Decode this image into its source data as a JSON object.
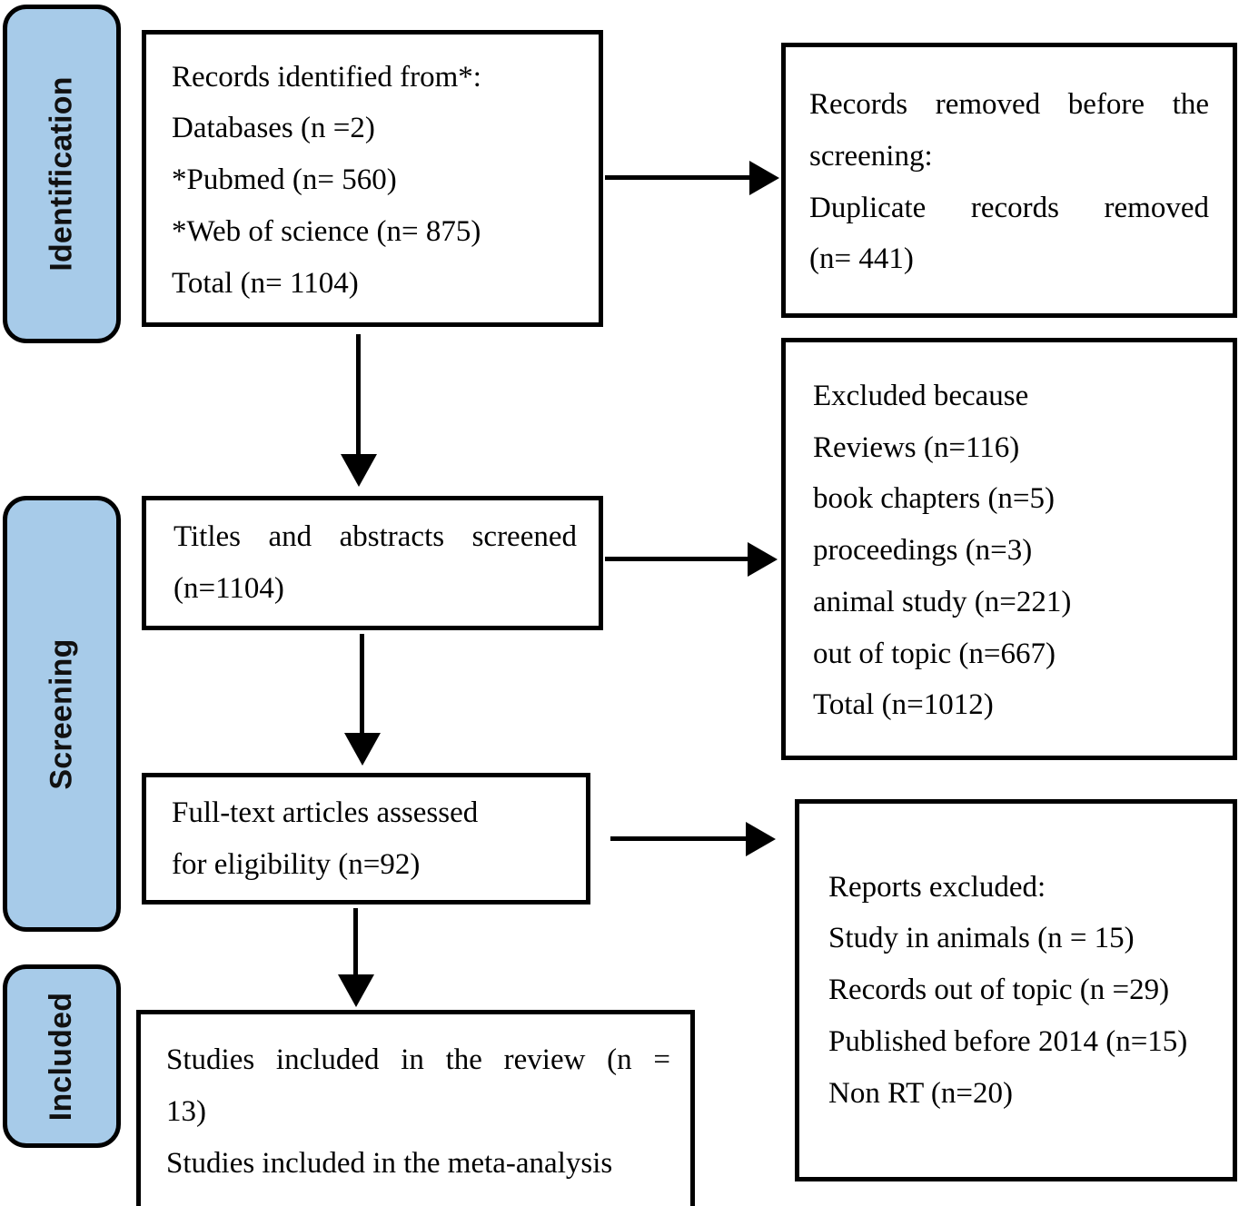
{
  "diagram": {
    "title": "PRISMA flow diagram",
    "accent_color": "#A7CBE9",
    "border_color": "#000000",
    "background_color": "#FFFFFF"
  },
  "stages": [
    {
      "id": "identification",
      "label": "Identification"
    },
    {
      "id": "screening",
      "label": "Screening"
    },
    {
      "id": "included",
      "label": "Included"
    }
  ],
  "boxes": {
    "identified": {
      "lines": [
        "Records identified from*:",
        "Databases (n =2)",
        "*Pubmed (n= 560)",
        "*Web of science (n= 875)",
        "Total (n= 1104)"
      ]
    },
    "removed_before_screening": {
      "lines": [
        "Records removed before the",
        "screening:",
        "Duplicate records removed",
        "(n= 441)"
      ]
    },
    "titles_abstracts_screened": {
      "lines": [
        "Titles and abstracts screened",
        "(n=1104)"
      ]
    },
    "excluded_because": {
      "lines": [
        "Excluded because",
        "Reviews (n=116)",
        "book chapters (n=5)",
        "proceedings (n=3)",
        "animal study (n=221)",
        "out of topic (n=667)",
        "Total (n=1012)"
      ]
    },
    "fulltext_assessed": {
      "lines": [
        "Full-text articles assessed",
        "for eligibility (n=92)"
      ]
    },
    "reports_excluded": {
      "lines": [
        "Reports excluded:",
        "Study in animals (n = 15)",
        "Records out of topic (n =29)",
        "Published before 2014 (n=15)",
        "Non RT (n=20)"
      ]
    },
    "studies_included": {
      "lines": [
        "Studies included in the review (n =",
        "13)",
        "Studies included in the meta-analysis"
      ]
    }
  },
  "chart_data": {
    "type": "diagram",
    "title": "PRISMA 2020 flow diagram for study selection",
    "nodes": [
      {
        "id": "identified",
        "stage": "Identification",
        "label": "Records identified from databases",
        "databases": 2,
        "pubmed": 560,
        "web_of_science": 875,
        "total": 1104
      },
      {
        "id": "removed_before_screening",
        "stage": "Identification",
        "label": "Records removed before the screening: Duplicate records removed",
        "n": 441
      },
      {
        "id": "titles_abstracts_screened",
        "stage": "Screening",
        "label": "Titles and abstracts screened",
        "n": 1104
      },
      {
        "id": "excluded_because",
        "stage": "Screening",
        "label": "Excluded because",
        "reviews": 116,
        "book_chapters": 5,
        "proceedings": 3,
        "animal_study": 221,
        "out_of_topic": 667,
        "total": 1012
      },
      {
        "id": "fulltext_assessed",
        "stage": "Screening",
        "label": "Full-text articles assessed for eligibility",
        "n": 92
      },
      {
        "id": "reports_excluded",
        "stage": "Screening",
        "label": "Reports excluded",
        "study_in_animals": 15,
        "records_out_of_topic": 29,
        "published_before_2014": 15,
        "non_rt": 20
      },
      {
        "id": "studies_included",
        "stage": "Included",
        "label": "Studies included in the review",
        "n": 13,
        "meta_analysis_note": "Studies included in the meta-analysis"
      }
    ],
    "edges": [
      {
        "from": "identified",
        "to": "removed_before_screening",
        "direction": "right"
      },
      {
        "from": "identified",
        "to": "titles_abstracts_screened",
        "direction": "down"
      },
      {
        "from": "titles_abstracts_screened",
        "to": "excluded_because",
        "direction": "right"
      },
      {
        "from": "titles_abstracts_screened",
        "to": "fulltext_assessed",
        "direction": "down"
      },
      {
        "from": "fulltext_assessed",
        "to": "reports_excluded",
        "direction": "right"
      },
      {
        "from": "fulltext_assessed",
        "to": "studies_included",
        "direction": "down"
      }
    ]
  }
}
